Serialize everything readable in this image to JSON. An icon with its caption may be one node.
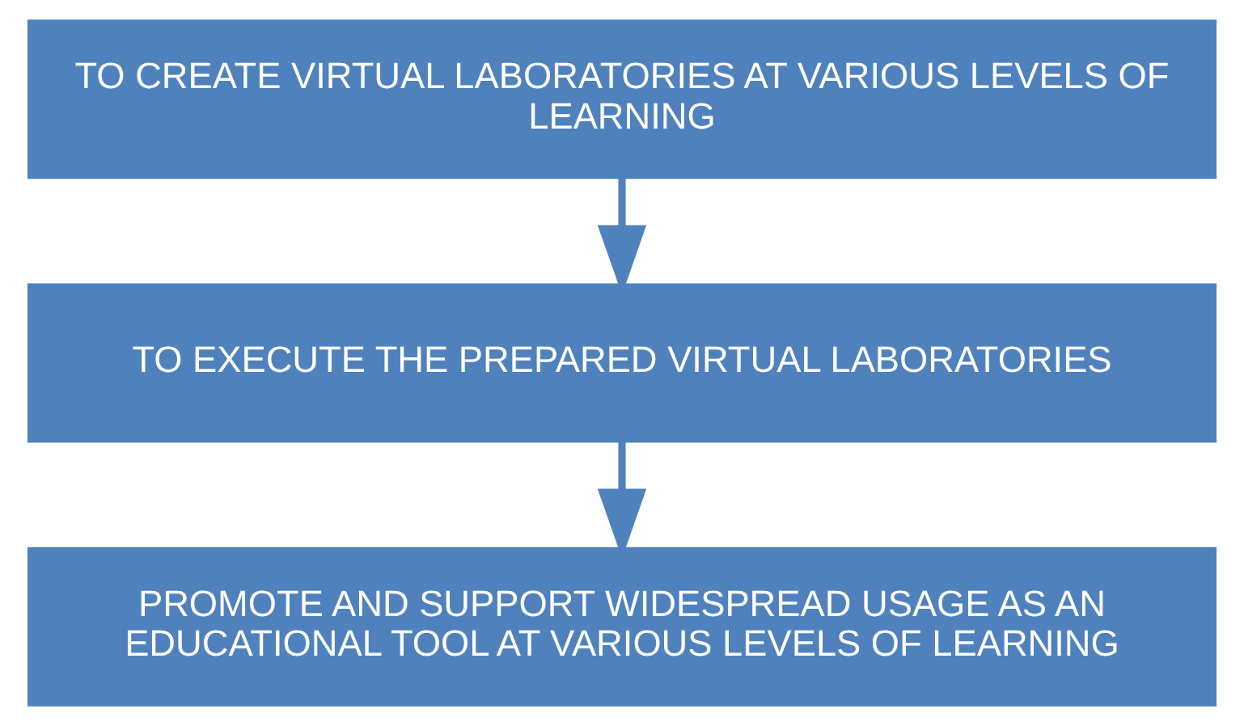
{
  "diagram": {
    "nodes": [
      {
        "text": [
          "TO CREATE VIRTUAL LABORATORIES AT VARIOUS LEVELS OF LEARNING"
        ]
      },
      {
        "text": [
          "TO EXECUTE THE PREPARED VIRTUAL LABORATORIES"
        ]
      },
      {
        "text": [
          "PROMOTE AND SUPPORT WIDESPREAD USAGE AS AN EDUCATIONAL TOOL AT VARIOUS LEVELS OF LEARNING"
        ]
      }
    ],
    "edges": [
      {
        "from": 0,
        "to": 1,
        "arrow": "to"
      },
      {
        "from": 1,
        "to": 2,
        "arrow": "to"
      }
    ]
  }
}
